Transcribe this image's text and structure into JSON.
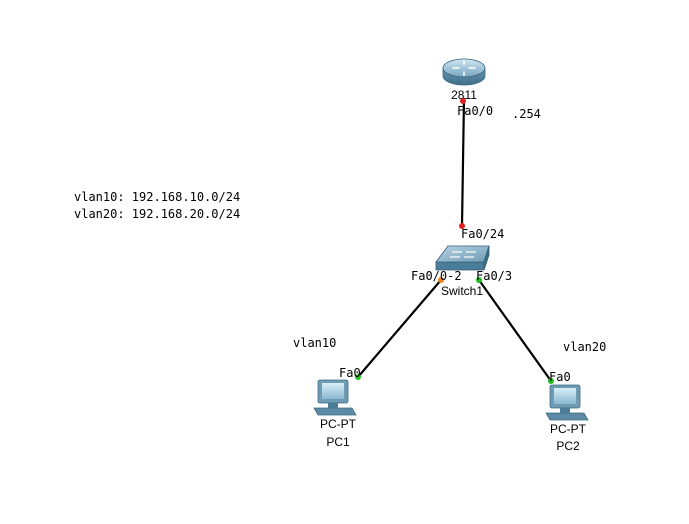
{
  "notes": {
    "vlan10": "vlan10: 192.168.10.0/24",
    "vlan20": "vlan20: 192.168.20.0/24"
  },
  "router": {
    "model": "2811",
    "port": "Fa0/0",
    "ip_suffix": ".254"
  },
  "switch": {
    "name": "Switch1",
    "uplink_port": "Fa0/24",
    "port_left": "Fa0/0-2",
    "port_right": "Fa0/3"
  },
  "pc1": {
    "model": "PC-PT",
    "name": "PC1",
    "port": "Fa0",
    "vlan": "vlan10"
  },
  "pc2": {
    "model": "PC-PT",
    "name": "PC2",
    "port": "Fa0",
    "vlan": "vlan20"
  },
  "colors": {
    "link": "#000000",
    "port_down": "#e02020",
    "port_up": "#20c020",
    "port_blocking": "#f08020",
    "router_body": "#5f8fa7",
    "switch_body": "#6f9cb4"
  }
}
